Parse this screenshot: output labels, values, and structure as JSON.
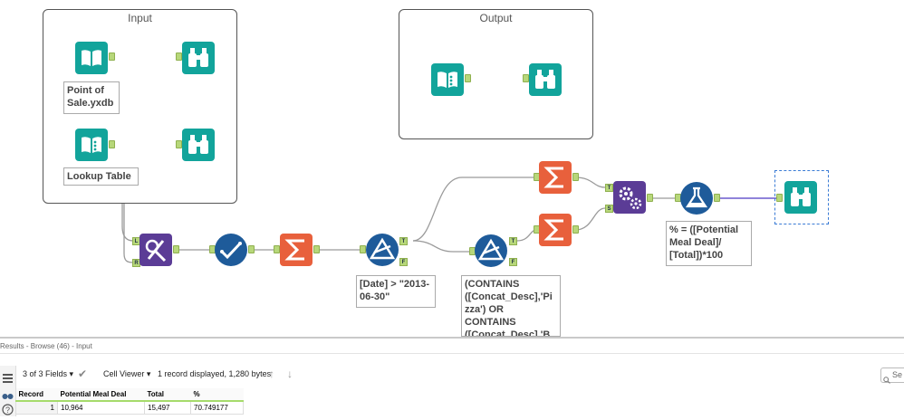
{
  "canvas": {
    "containers": {
      "input_title": "Input",
      "output_title": "Output"
    },
    "annotations": {
      "point_of_sale": "Point of\nSale.yxdb",
      "lookup_table": "Lookup Table",
      "date_filter": "[Date] > \"2013-\n06-30\"",
      "contains_filter": "(CONTAINS\n([Concat_Desc],'Pi\nzza') OR\nCONTAINS\n([Concat_Desc],'B",
      "formula": "% = ([Potential\nMeal Deal]/\n[Total])*100"
    },
    "anchors": {
      "join_left": "L",
      "join_right": "R",
      "filter_true": "T",
      "filter_false": "F",
      "append_target": "T",
      "append_source": "S"
    }
  },
  "results": {
    "title": "Results - Browse (46) - Input",
    "fields_label": "3 of 3 Fields",
    "cell_viewer_label": "Cell Viewer",
    "record_info": "1 record displayed, 1,280 bytes",
    "search_placeholder": "Se",
    "columns": [
      "Record",
      "Potential Meal Deal",
      "Total",
      "%"
    ],
    "rows": [
      {
        "record": "1",
        "potential_meal_deal": "10,964",
        "total": "15,497",
        "pct": "70.749177"
      }
    ]
  },
  "colors": {
    "teal": "#12a49b",
    "purple": "#5b3c96",
    "blue": "#1e5b9a",
    "orange": "#e8603c",
    "anchor_green": "#b7d77a"
  }
}
